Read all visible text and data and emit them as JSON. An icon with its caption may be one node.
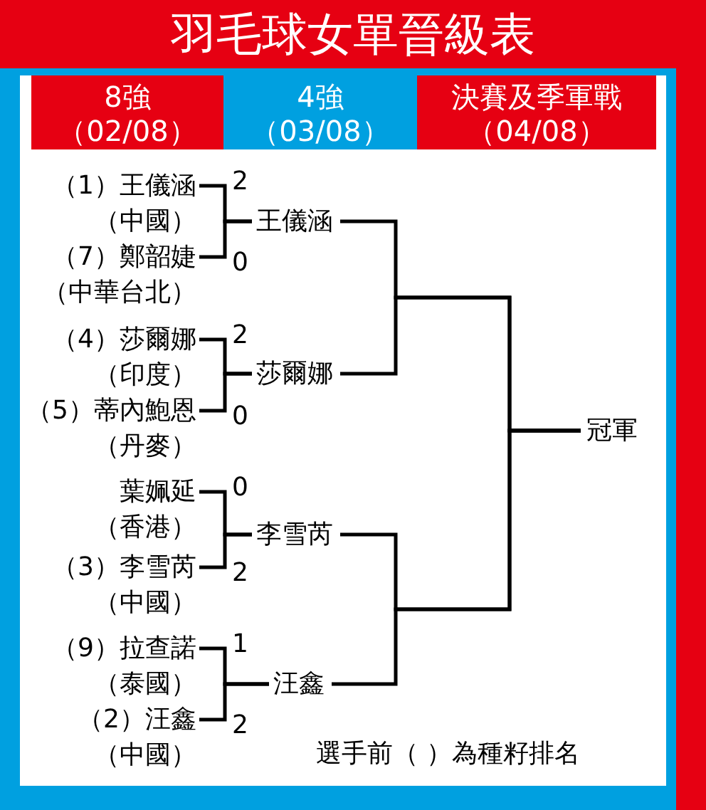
{
  "diagram": {
    "title": "羽毛球女單晉級表",
    "nodes": [
      {
        "text": [
          "8強",
          "（02/08）"
        ]
      },
      {
        "text": [
          "4強",
          "（03/08）"
        ]
      },
      {
        "text": [
          "決賽及季軍戰",
          "（04/08）"
        ]
      },
      {
        "text": [
          "（1）王儀涵",
          "（中國）"
        ]
      },
      {
        "text": [
          "（7）鄭韶婕",
          "（中華台北）"
        ]
      },
      {
        "text": [
          "（4）莎爾娜",
          "（印度）"
        ]
      },
      {
        "text": [
          "（5）蒂內鮑恩",
          "（丹麥）"
        ]
      },
      {
        "text": [
          "葉姵延",
          "（香港）"
        ]
      },
      {
        "text": [
          "（3）李雪芮",
          "（中國）"
        ]
      },
      {
        "text": [
          "（9）拉查諾",
          "（泰國）"
        ]
      },
      {
        "text": [
          "（2）汪鑫",
          "（中國）"
        ]
      },
      {
        "text": [
          "王儀涵"
        ]
      },
      {
        "text": [
          "莎爾娜"
        ]
      },
      {
        "text": [
          "李雪芮"
        ]
      },
      {
        "text": [
          "汪鑫"
        ]
      },
      {
        "text": [
          "冠軍"
        ]
      }
    ],
    "edges": [
      {
        "from": 3,
        "to": 11,
        "arrow": "none",
        "label": "2"
      },
      {
        "from": 4,
        "to": 11,
        "arrow": "none",
        "label": "0"
      },
      {
        "from": 5,
        "to": 12,
        "arrow": "none",
        "label": "2"
      },
      {
        "from": 6,
        "to": 12,
        "arrow": "none",
        "label": "0"
      },
      {
        "from": 7,
        "to": 13,
        "arrow": "none",
        "label": "0"
      },
      {
        "from": 8,
        "to": 13,
        "arrow": "none",
        "label": "2"
      },
      {
        "from": 9,
        "to": 14,
        "arrow": "none",
        "label": "1"
      },
      {
        "from": 10,
        "to": 14,
        "arrow": "none",
        "label": "2"
      },
      {
        "from": 11,
        "to": 15,
        "arrow": "none"
      },
      {
        "from": 12,
        "to": 15,
        "arrow": "none"
      },
      {
        "from": 13,
        "to": 15,
        "arrow": "none"
      },
      {
        "from": 14,
        "to": 15,
        "arrow": "none"
      }
    ],
    "labels": [
      "選手前（ ）為種籽排名"
    ]
  }
}
